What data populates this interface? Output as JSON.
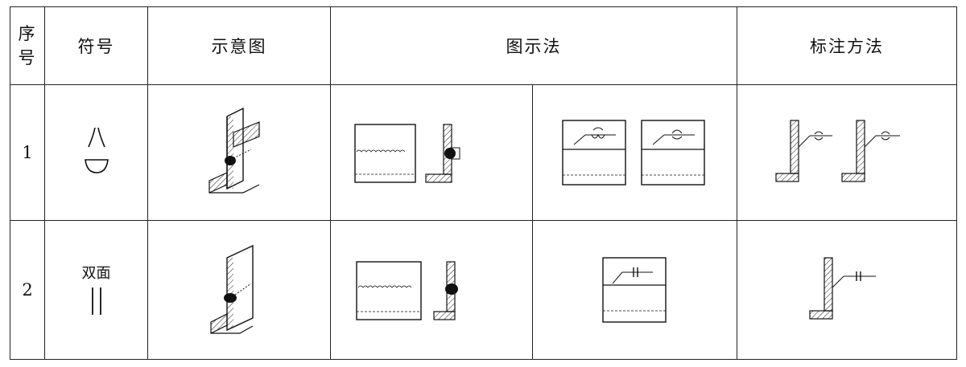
{
  "header": {
    "seq_line1": "序",
    "seq_line2": "号",
    "symbol": "符号",
    "schematic": "示意图",
    "graphic_method": "图示法",
    "marking_method": "标注方法"
  },
  "rows": [
    {
      "number": "1",
      "symbol_text": ""
    },
    {
      "number": "2",
      "symbol_text": "双面"
    }
  ]
}
